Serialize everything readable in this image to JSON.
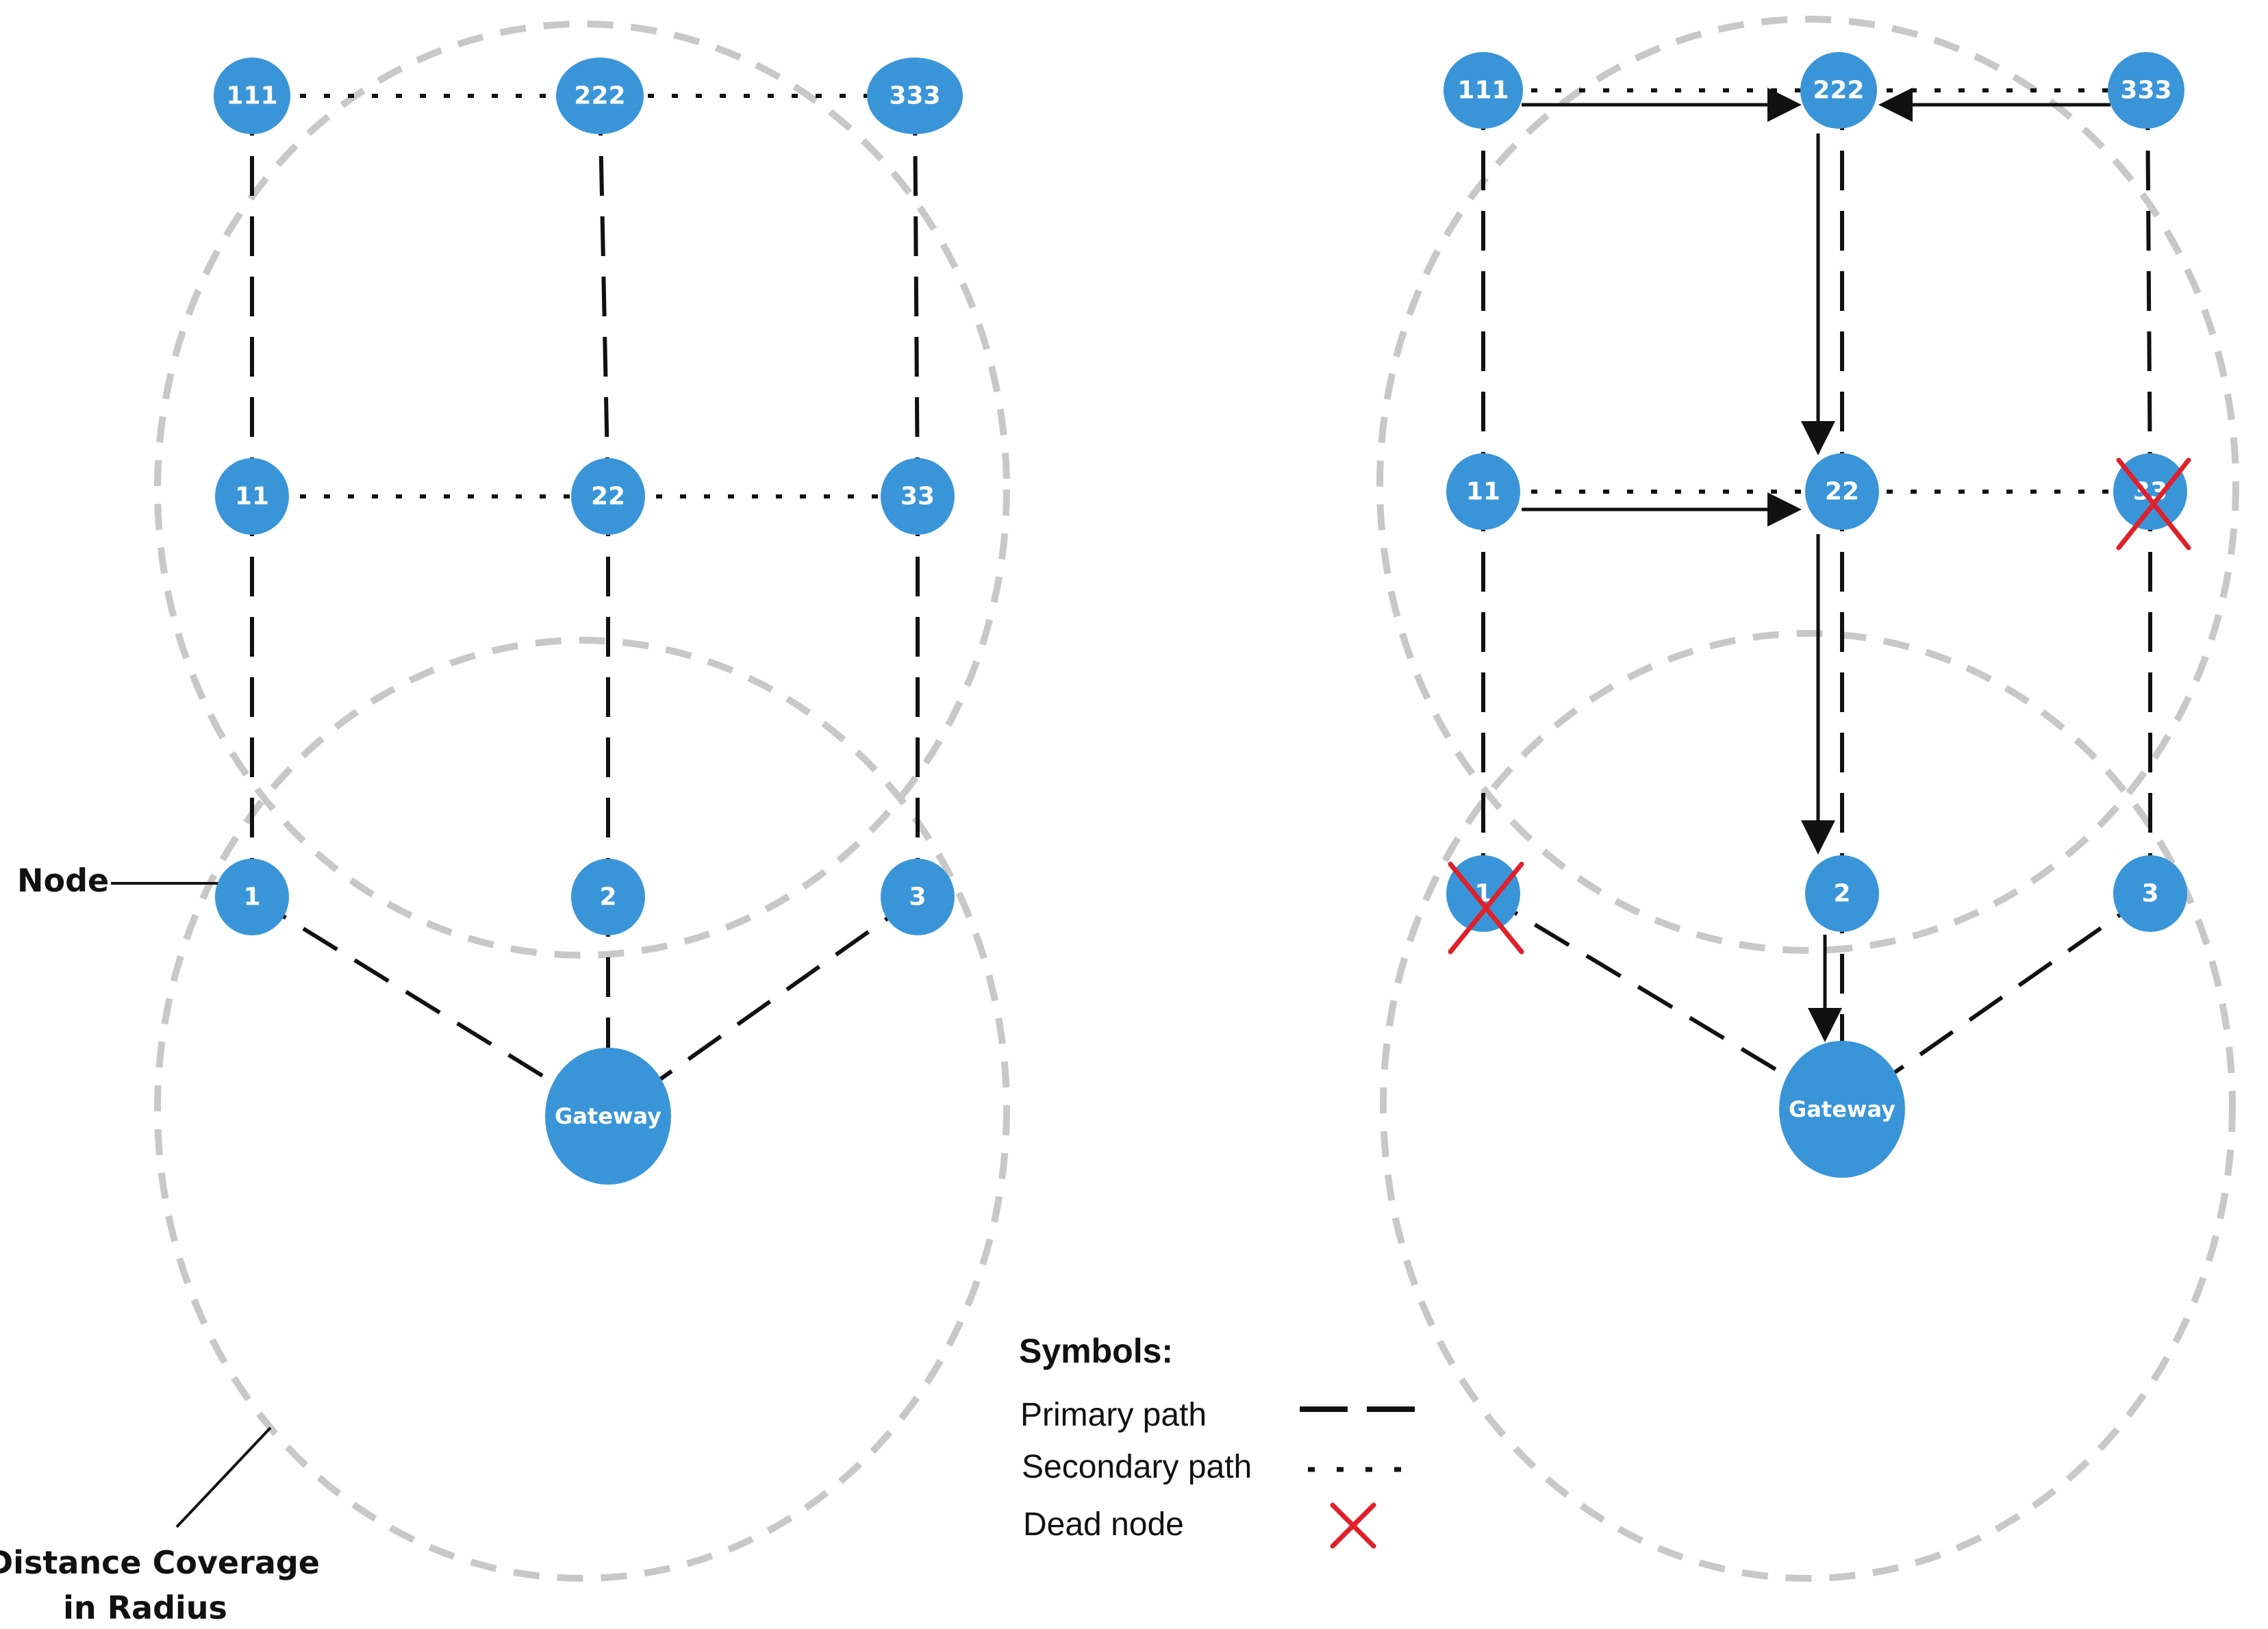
{
  "colors": {
    "node_fill": "#3a95d8",
    "coverage": "#c8c8c8",
    "path": "#111111",
    "dead": "#e0202a",
    "text": "#111111"
  },
  "nodes": {
    "n111": "111",
    "n222": "222",
    "n333": "333",
    "n11": "11",
    "n22": "22",
    "n33": "33",
    "n1": "1",
    "n2": "2",
    "n3": "3",
    "gateway": "Gateway"
  },
  "callouts": {
    "node": "Node",
    "coverage_line1": "Distance Coverage",
    "coverage_line2": "in Radius"
  },
  "legend": {
    "title": "Symbols:",
    "primary": "Primary path",
    "secondary": "Secondary path",
    "dead": "Dead node"
  },
  "icons": {
    "dead_marker": "red-x-icon",
    "arrow": "arrowhead-icon"
  }
}
